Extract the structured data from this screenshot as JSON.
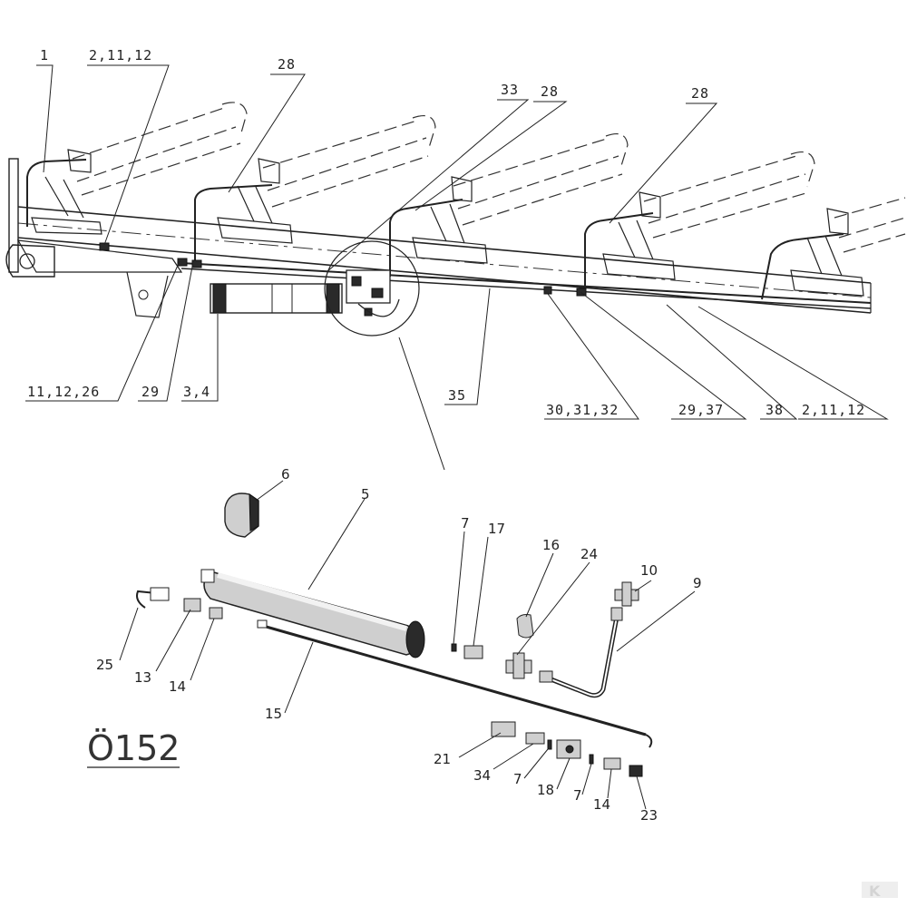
{
  "diagram_id": "Ö152",
  "top_labels": [
    "1",
    "2,11,12",
    "28",
    "33",
    "28",
    "28"
  ],
  "bottom_labels": [
    "11,12,26",
    "29",
    "3,4",
    "35",
    "30,31,32",
    "29,37",
    "38",
    "2,11,12"
  ],
  "detail_labels": [
    "6",
    "5",
    "7",
    "17",
    "16",
    "24",
    "10",
    "9",
    "25",
    "13",
    "14",
    "15",
    "21",
    "34",
    "7",
    "18",
    "7",
    "14",
    "23"
  ],
  "watermark": "K"
}
